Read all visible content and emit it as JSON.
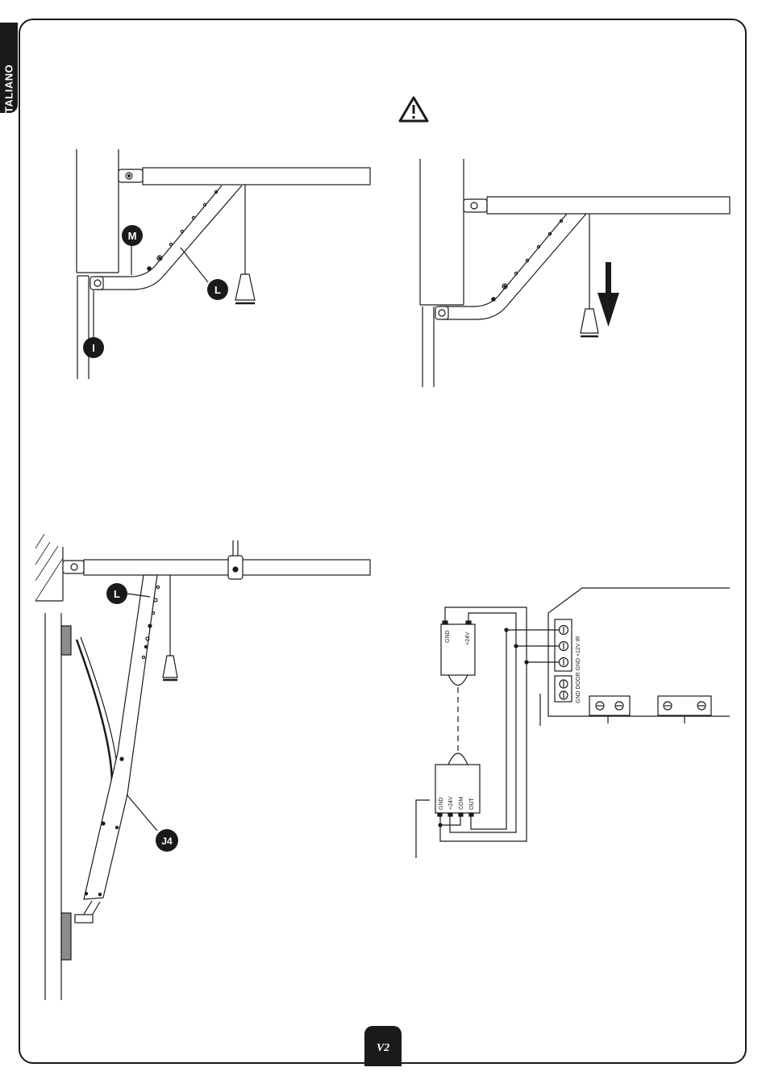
{
  "sidebar": {
    "language": "ITALIANO"
  },
  "figure1": {
    "labels": {
      "m": "M",
      "l": "L",
      "i": "I"
    }
  },
  "figure3": {
    "labels": {
      "l": "L",
      "j4": "J4"
    }
  },
  "wiring": {
    "receiver_terminals": [
      "GND",
      "+24V"
    ],
    "transmitter_terminals": [
      "GND",
      "+24V",
      "COM",
      "OUT"
    ],
    "board_label": "GND DOOR GND +12V IR"
  },
  "footer": {
    "logo": "V2"
  },
  "colors": {
    "ink": "#1a1a1a",
    "pad": "#8c8c8c"
  }
}
